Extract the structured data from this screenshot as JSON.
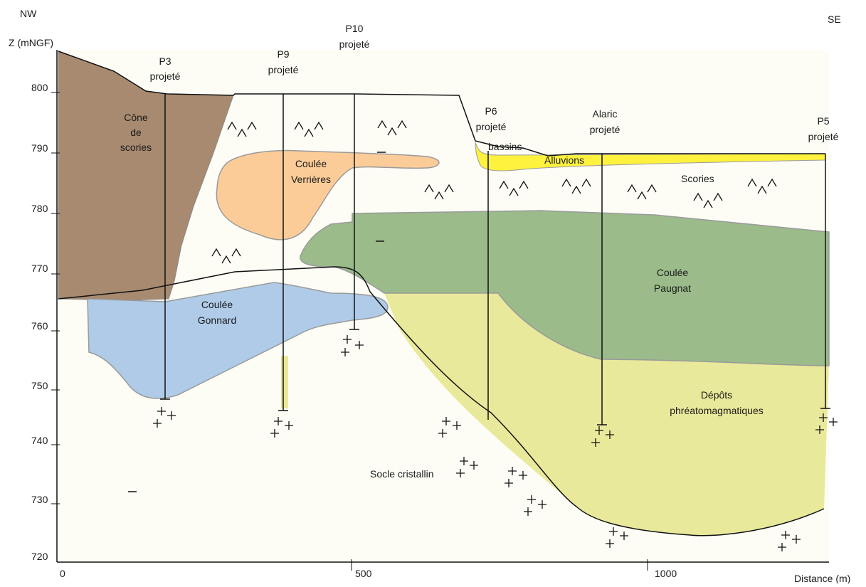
{
  "orientation": {
    "left": "NW",
    "right": "SE"
  },
  "axes": {
    "ylabel": "Z (mNGF)",
    "xlabel": "Distance (m)",
    "y_ticks": [
      "800",
      "790",
      "780",
      "770",
      "760",
      "750",
      "740",
      "730",
      "720"
    ],
    "x_ticks": [
      "0",
      "500",
      "1000"
    ]
  },
  "boreholes": {
    "p3": {
      "name": "P3",
      "note": "projeté"
    },
    "p9": {
      "name": "P9",
      "note": "projeté"
    },
    "p10": {
      "name": "P10",
      "note": "projeté"
    },
    "p6": {
      "name": "P6",
      "note": "projeté"
    },
    "alaric": {
      "name": "Alaric",
      "note": "projeté"
    },
    "p5": {
      "name": "P5",
      "note": "projeté"
    }
  },
  "units": {
    "cone": [
      "Cône",
      "de",
      "scories"
    ],
    "verrieres": [
      "Coulée",
      "Verrières"
    ],
    "gonnard": [
      "Coulée",
      "Gonnard"
    ],
    "paugnat": [
      "Coulée",
      "Paugnat"
    ],
    "depots": [
      "Dépôts",
      "phréatomagmatiques"
    ],
    "alluvions": "Alluvions",
    "bassins": "bassins",
    "scories": "Scories",
    "socle": "Socle cristallin"
  },
  "colors": {
    "cone": "#a88a70",
    "verrieres": "#fccc98",
    "gonnard": "#afcbe8",
    "paugnat": "#9bbb8a",
    "depots": "#e9e99b",
    "alluvions": "#fff23f",
    "background": "#fdfdf6"
  }
}
